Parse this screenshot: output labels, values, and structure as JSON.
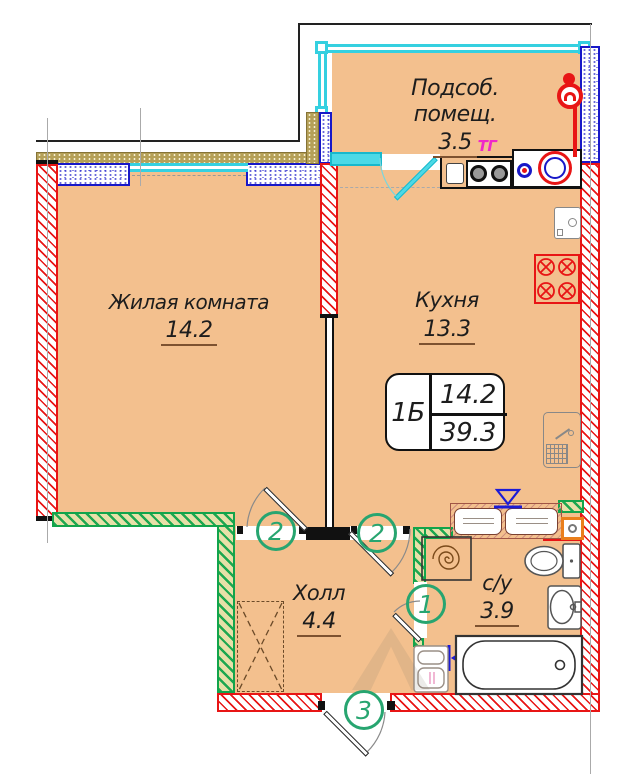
{
  "colors": {
    "floor": "#f3c08e",
    "wall_load_bearing": "#e81515",
    "wall_new_partition": "#12a44b",
    "window": "#35d0e0",
    "insulation": "#1818c8",
    "facade_finish": "#b5a058",
    "door_tag": "#27a570",
    "gas_label": "#ef29c9",
    "plumbing_symbol": "#1b1bd6"
  },
  "rooms": [
    {
      "name": "Подсоб.",
      "name_line2": "помещ.",
      "area": "3.5"
    },
    {
      "name": "Жилая комната",
      "area": "14.2"
    },
    {
      "name": "Кухня",
      "area": "13.3"
    },
    {
      "name": "Холл",
      "area": "4.4"
    },
    {
      "name": "с/у",
      "area": "3.9"
    }
  ],
  "info_table": {
    "unit_type": "1Б",
    "living_area": "14.2",
    "total_area": "39.3"
  },
  "labels": {
    "gas_supply": "ТГ"
  },
  "door_tags": [
    "2",
    "2",
    "1",
    "3"
  ]
}
